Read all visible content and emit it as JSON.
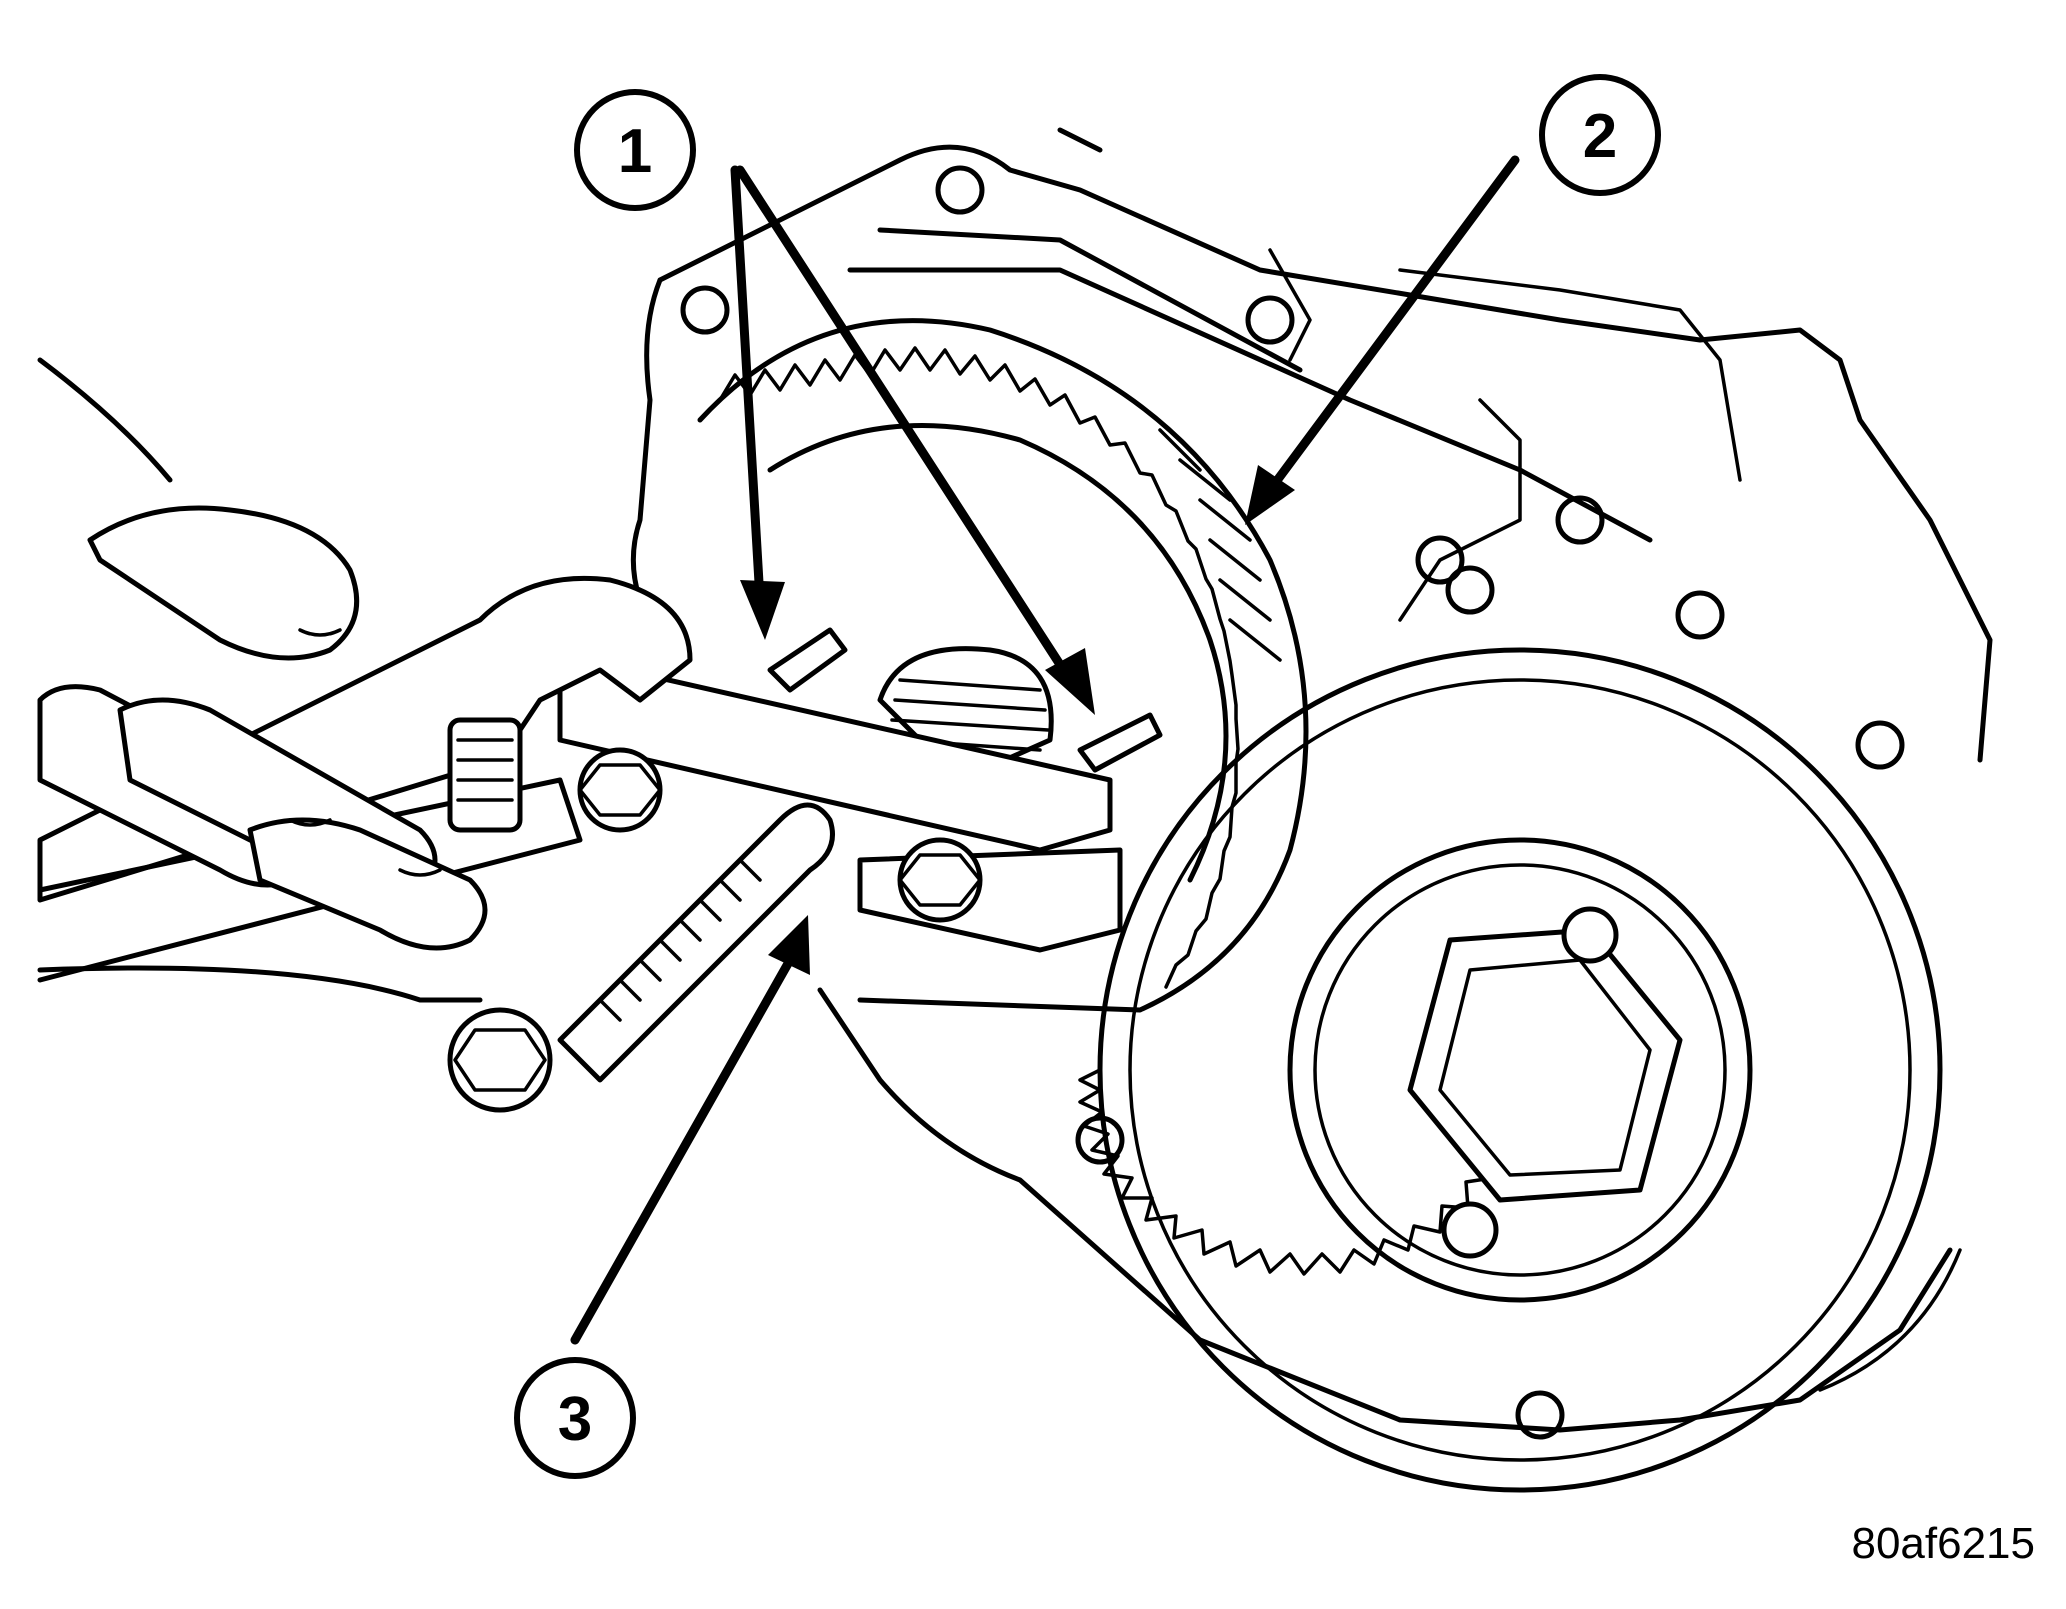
{
  "callouts": [
    {
      "id": "1",
      "label": "1"
    },
    {
      "id": "2",
      "label": "2"
    },
    {
      "id": "3",
      "label": "3"
    }
  ],
  "figure_id": "80af6215",
  "colors": {
    "line": "#000000",
    "background": "#ffffff"
  }
}
